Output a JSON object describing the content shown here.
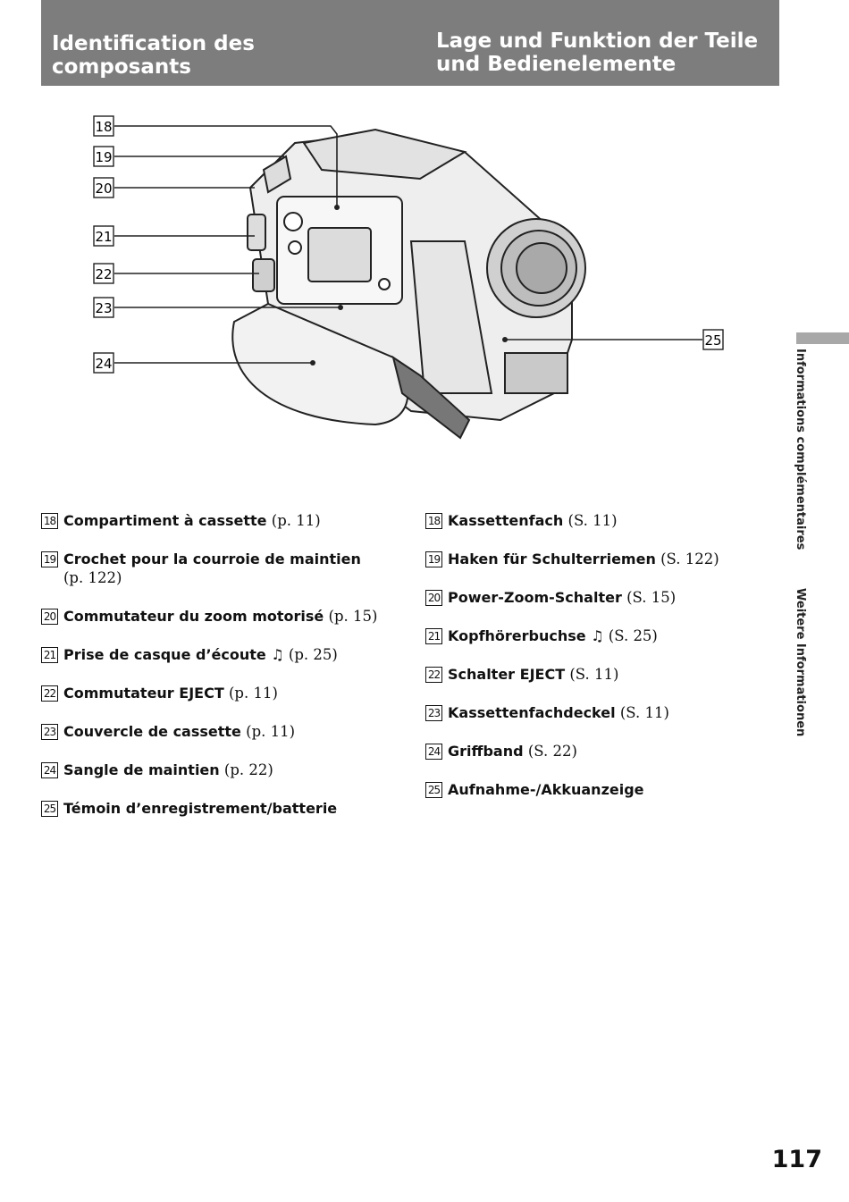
{
  "header": {
    "title_fr": "Identification des\ncomposants",
    "title_de": "Lage und Funktion der Teile\nund Bedienelemente"
  },
  "sidebar": {
    "text_fr": "Informations complémentaires",
    "text_de": "Weitere Informationen"
  },
  "diagram": {
    "callouts": [
      "18",
      "19",
      "20",
      "21",
      "22",
      "23",
      "24",
      "25"
    ]
  },
  "list_fr": [
    {
      "num": "18",
      "label": "Compartiment à cassette",
      "ref": "(p. 11)"
    },
    {
      "num": "19",
      "label": "Crochet pour la courroie de maintien",
      "ref": "(p. 122)"
    },
    {
      "num": "20",
      "label": "Commutateur du zoom motorisé",
      "ref": "(p. 15)"
    },
    {
      "num": "21",
      "label": "Prise de casque d’écoute ♫",
      "ref": "(p. 25)"
    },
    {
      "num": "22",
      "label": "Commutateur EJECT",
      "ref": "(p. 11)"
    },
    {
      "num": "23",
      "label": "Couvercle de cassette",
      "ref": "(p. 11)"
    },
    {
      "num": "24",
      "label": "Sangle de maintien",
      "ref": "(p. 22)"
    },
    {
      "num": "25",
      "label": "Témoin d’enregistrement/batterie",
      "ref": ""
    }
  ],
  "list_de": [
    {
      "num": "18",
      "label": "Kassettenfach",
      "ref": "(S. 11)"
    },
    {
      "num": "19",
      "label": "Haken für Schulterriemen",
      "ref": "(S. 122)"
    },
    {
      "num": "20",
      "label": "Power-Zoom-Schalter",
      "ref": "(S. 15)"
    },
    {
      "num": "21",
      "label": "Kopfhörerbuchse ♫",
      "ref": "(S. 25)"
    },
    {
      "num": "22",
      "label": "Schalter EJECT",
      "ref": "(S. 11)"
    },
    {
      "num": "23",
      "label": "Kassettenfachdeckel",
      "ref": "(S. 11)"
    },
    {
      "num": "24",
      "label": "Griffband",
      "ref": "(S. 22)"
    },
    {
      "num": "25",
      "label": "Aufnahme-/Akkuanzeige",
      "ref": ""
    }
  ],
  "page_number": "117"
}
